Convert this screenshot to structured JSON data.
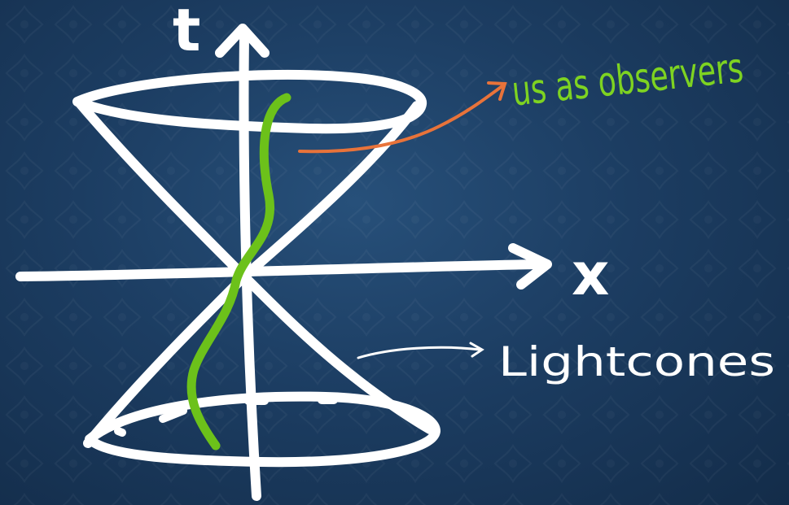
{
  "diagram": {
    "labels": {
      "time_axis": "t",
      "space_axis": "x",
      "observers": "us as observers",
      "lightcones": "Lightcones"
    },
    "colors": {
      "background": "#1c3d62",
      "lines": "#ffffff",
      "worldline": "#6cc11a",
      "observer_text": "#7ed321",
      "pointer_arrow": "#e8733a"
    }
  }
}
